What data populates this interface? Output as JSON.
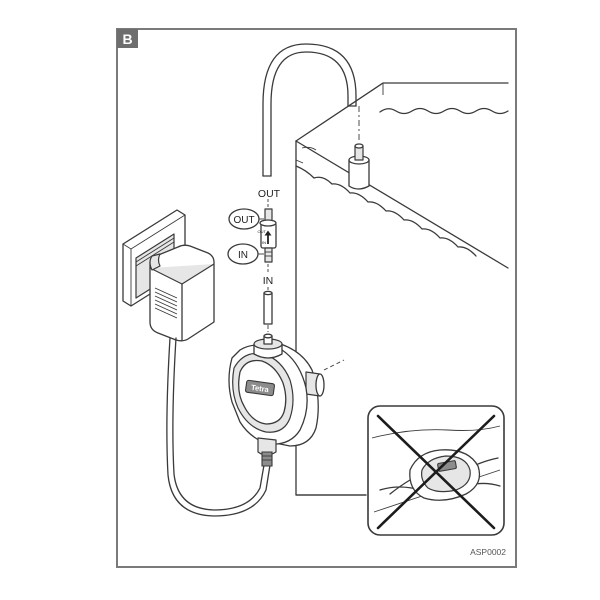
{
  "figure": {
    "panel_letter": "B",
    "code": "ASP0002",
    "colors": {
      "frame": "#7a7a7a",
      "badge": "#6e6e6e",
      "badge_text": "#ffffff",
      "line": "#3a3a3a"
    }
  },
  "labels": {
    "out_tube": "OUT",
    "out_valve": "OUT",
    "in_valve": "IN",
    "in_tube": "IN",
    "valve_out_mark": "OUT",
    "valve_in_mark": "IN"
  },
  "pump": {
    "brand": "Tetra"
  },
  "inset": {
    "meaning": "do-not-place-pump-underwater",
    "mark": "cross"
  }
}
